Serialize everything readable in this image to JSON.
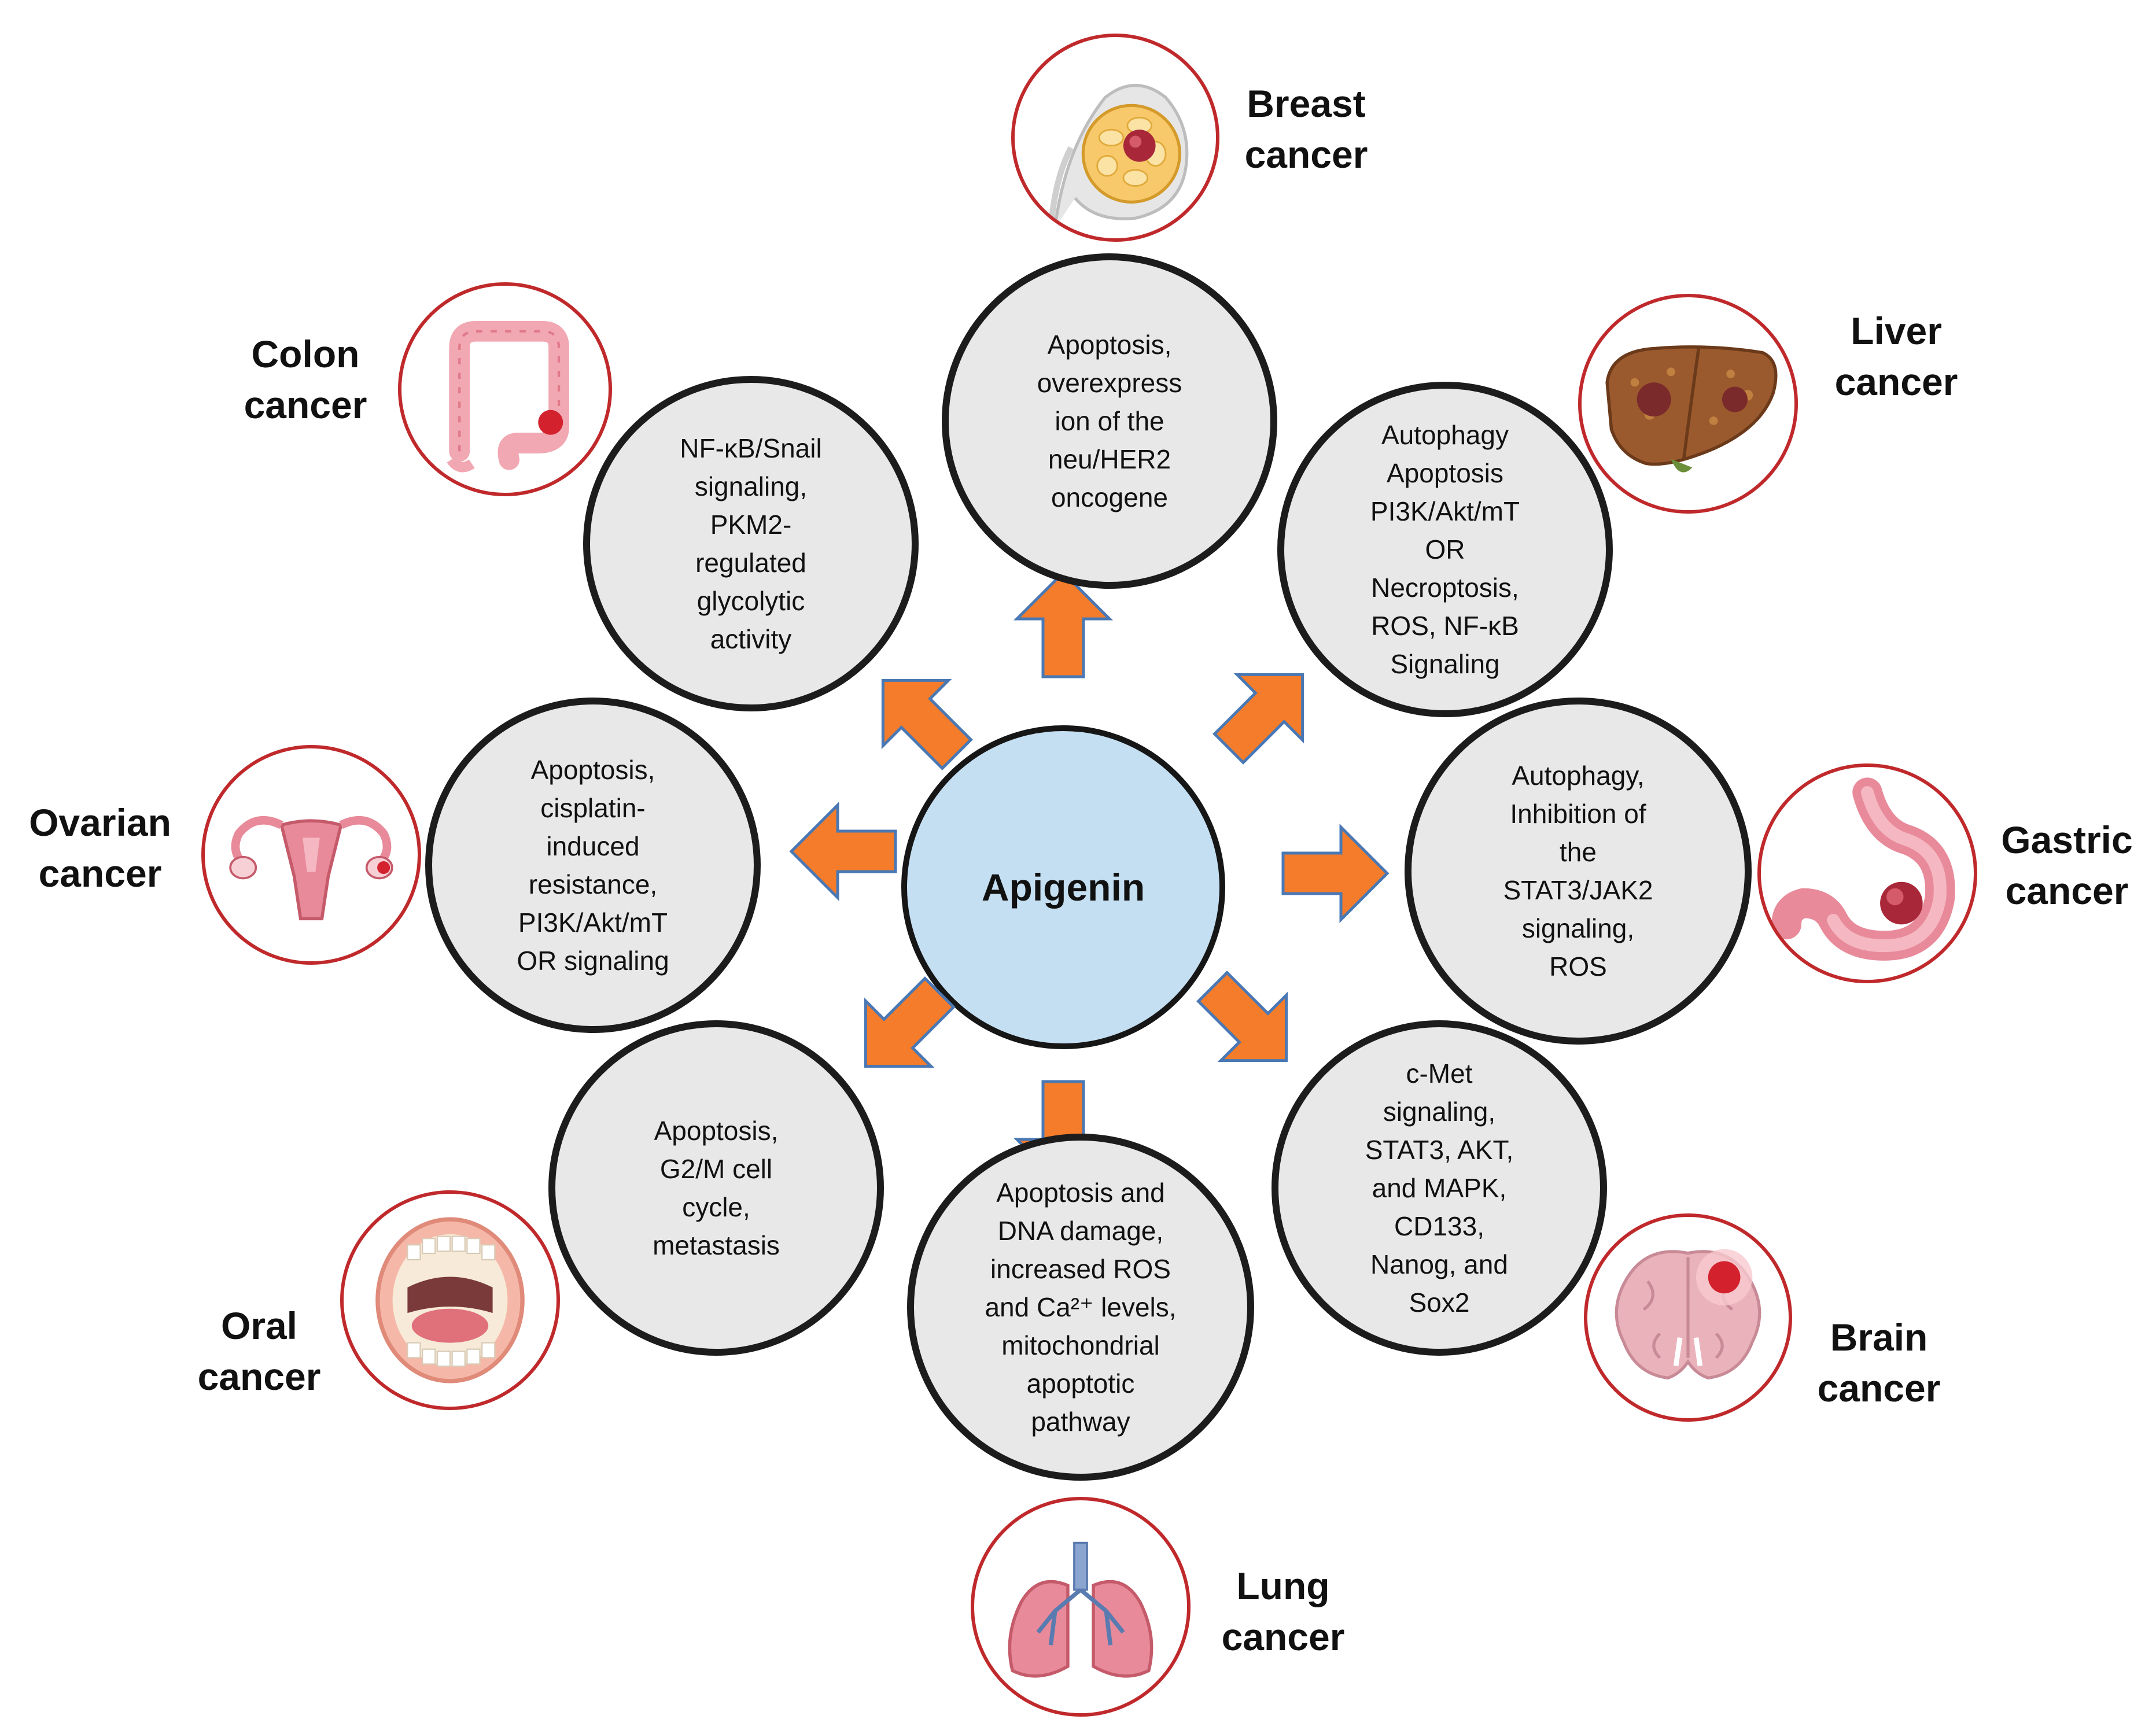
{
  "center": {
    "label": "Apigenin"
  },
  "colors": {
    "arrow": "#f47c2a",
    "arrow_outline": "#4a78b4",
    "hub": "#c5dff2",
    "node": "#e8e8e8",
    "icon_border": "#c0292b"
  },
  "cancers": [
    {
      "id": "breast",
      "icon": "breast-icon",
      "label_lines": [
        "Breast",
        "cancer"
      ],
      "mechanism": "Apoptosis,\noverexpress\nion of the\nneu/HER2\noncogene"
    },
    {
      "id": "liver",
      "icon": "liver-icon",
      "label_lines": [
        "Liver",
        "cancer"
      ],
      "mechanism": "Autophagy\nApoptosis\nPI3K/Akt/mT\nOR\nNecroptosis,\nROS, NF-κB\nSignaling"
    },
    {
      "id": "gastric",
      "icon": "stomach-icon",
      "label_lines": [
        "Gastric",
        "cancer"
      ],
      "mechanism": "Autophagy,\nInhibition of\nthe\nSTAT3/JAK2\nsignaling,\nROS"
    },
    {
      "id": "brain",
      "icon": "brain-icon",
      "label_lines": [
        "Brain",
        "cancer"
      ],
      "mechanism": "c-Met\nsignaling,\nSTAT3, AKT,\nand MAPK,\nCD133,\nNanog, and\nSox2"
    },
    {
      "id": "lung",
      "icon": "lungs-icon",
      "label_lines": [
        "Lung",
        "cancer"
      ],
      "mechanism": "Apoptosis and\nDNA damage,\nincreased ROS\nand Ca²⁺ levels,\nmitochondrial\napoptotic\npathway"
    },
    {
      "id": "oral",
      "icon": "mouth-icon",
      "label_lines": [
        "Oral",
        "cancer"
      ],
      "mechanism": "Apoptosis,\nG2/M cell\ncycle,\nmetastasis"
    },
    {
      "id": "ovarian",
      "icon": "uterus-icon",
      "label_lines": [
        "Ovarian",
        "cancer"
      ],
      "mechanism": "Apoptosis,\ncisplatin-\ninduced\nresistance,\nPI3K/Akt/mT\nOR signaling"
    },
    {
      "id": "colon",
      "icon": "colon-icon",
      "label_lines": [
        "Colon",
        "cancer"
      ],
      "mechanism": "NF-κB/Snail\nsignaling,\nPKM2-\nregulated\nglycolytic\nactivity"
    }
  ]
}
